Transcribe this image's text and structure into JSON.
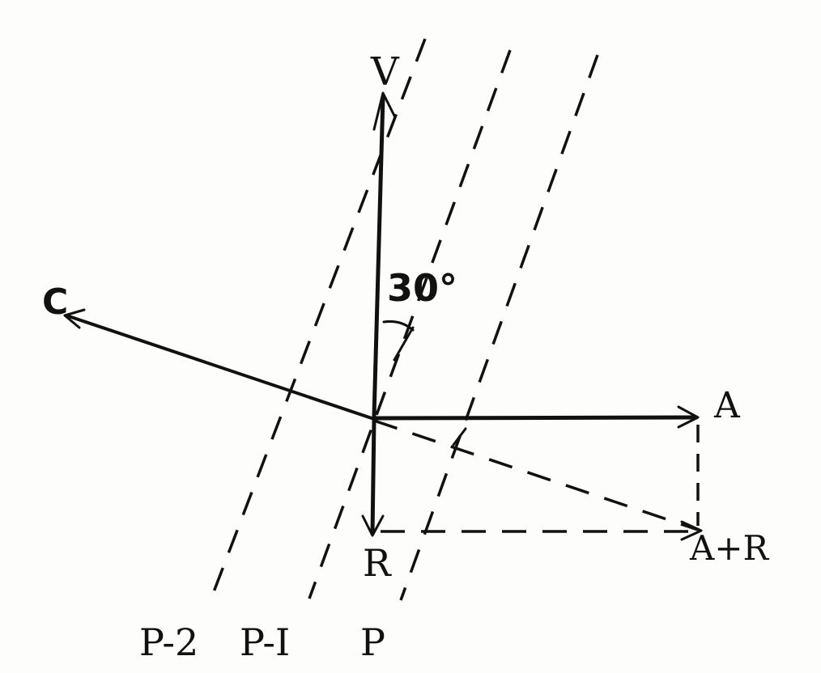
{
  "labels": {
    "v": "V",
    "c": "C",
    "a": "A",
    "r": "R",
    "a_plus_r": "A+R",
    "angle": "30°",
    "p_minus_2": "P-2",
    "p_minus_1": "P-I",
    "p": "P"
  }
}
